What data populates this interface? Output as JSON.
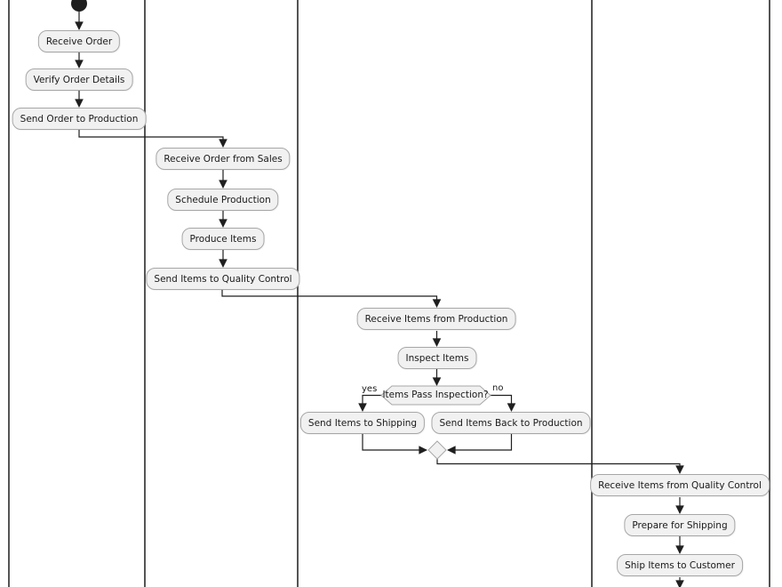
{
  "diagram": {
    "type": "activity-swimlane-flowchart",
    "lane_count": 4,
    "nodes": {
      "receive_order": "Receive Order",
      "verify_order_details": "Verify Order Details",
      "send_order_to_production": "Send Order to Production",
      "receive_order_from_sales": "Receive Order from Sales",
      "schedule_production": "Schedule Production",
      "produce_items": "Produce Items",
      "send_items_to_quality_control": "Send Items to Quality Control",
      "receive_items_from_production": "Receive Items from Production",
      "inspect_items": "Inspect Items",
      "send_items_to_shipping": "Send Items to Shipping",
      "send_items_back_to_production": "Send Items Back to Production",
      "receive_items_from_quality_control": "Receive Items from Quality Control",
      "prepare_for_shipping": "Prepare for Shipping",
      "ship_items_to_customer": "Ship Items to Customer"
    },
    "decision": {
      "question": "Items Pass Inspection?",
      "yes_label": "yes",
      "no_label": "no"
    },
    "colors": {
      "background": "#ffffff",
      "node_fill": "#f1f1f1",
      "node_border": "#a7a7a7",
      "connector": "#1f1f1f",
      "lane_border": "#424242",
      "text": "#1a1a1a"
    }
  }
}
